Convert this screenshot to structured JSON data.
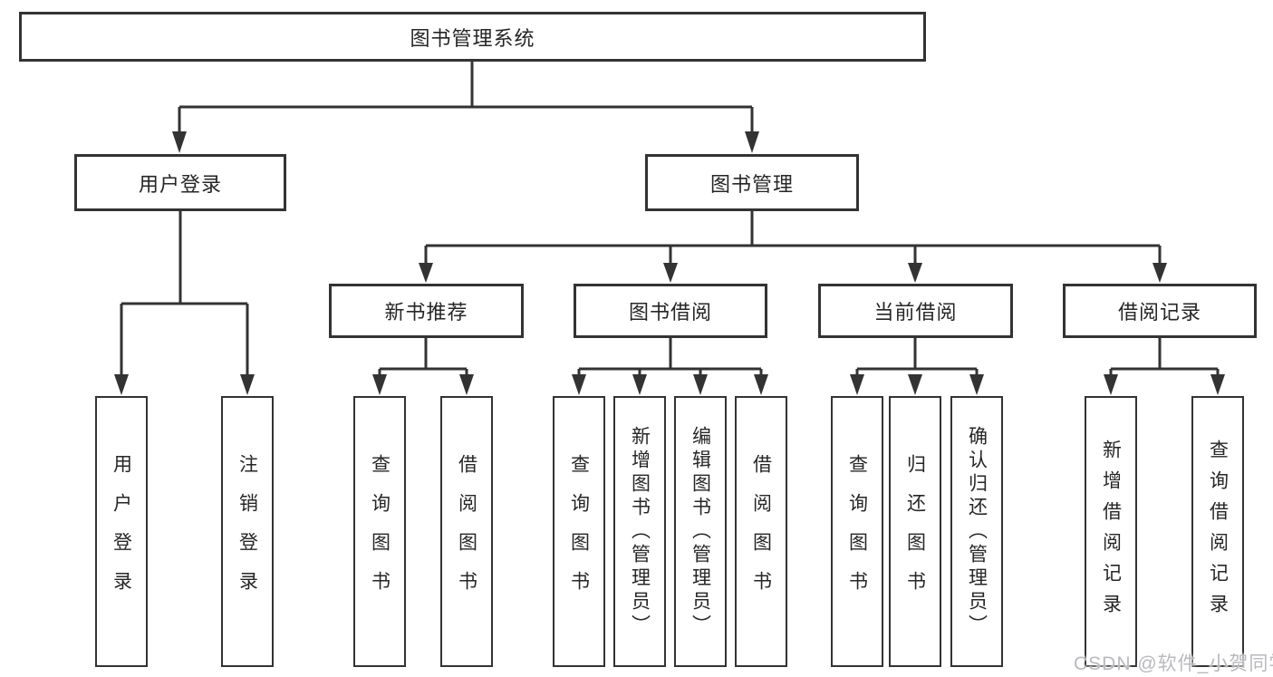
{
  "diagram": {
    "root": "图书管理系统",
    "user_login": {
      "label": "用户登录",
      "children": [
        "用户登录",
        "注销登录"
      ]
    },
    "book_mgmt": {
      "label": "图书管理",
      "sections": [
        {
          "label": "新书推荐",
          "children": [
            "查询图书",
            "借阅图书"
          ]
        },
        {
          "label": "图书借阅",
          "children": [
            "查询图书",
            "新增图书（管理员）",
            "编辑图书（管理员）",
            "借阅图书"
          ]
        },
        {
          "label": "当前借阅",
          "children": [
            "查询图书",
            "归还图书",
            "确认归还（管理员）"
          ]
        },
        {
          "label": "借阅记录",
          "children": [
            "新增借阅记录",
            "查询借阅记录"
          ]
        }
      ]
    }
  },
  "watermark": "CSDN @软件_小贺同学",
  "colors": {
    "line": "#333333",
    "text": "#262626",
    "watermark": "#b9b9be",
    "background": "#ffffff"
  }
}
